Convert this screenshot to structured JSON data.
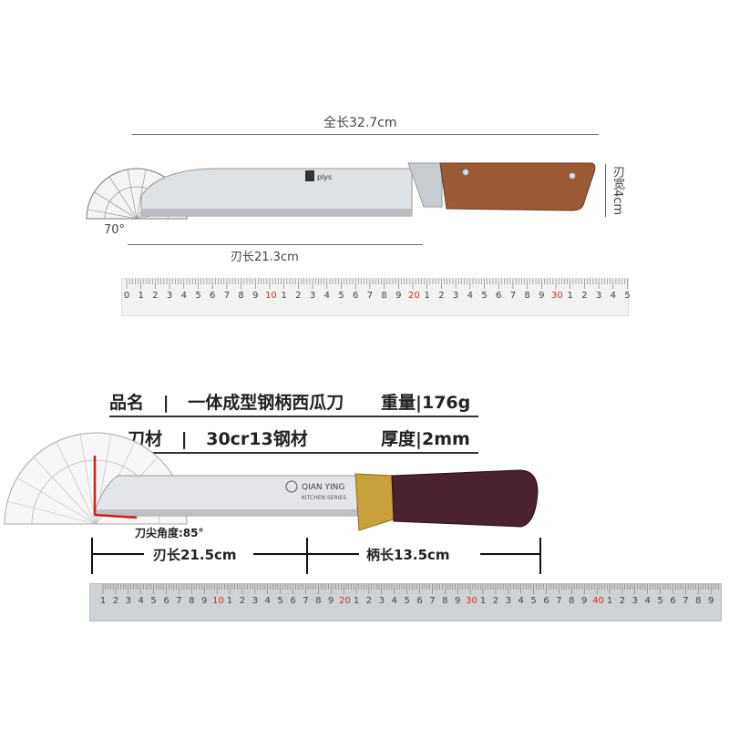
{
  "knife1": {
    "total_length": "全长32.7cm",
    "blade_width": "刃宽4cm",
    "blade_length": "刃长21.3cm",
    "angle": "70°",
    "brand": "plys",
    "handle_color": "#9b5a33",
    "ruler_labels": [
      "0",
      "1",
      "2",
      "3",
      "4",
      "5",
      "6",
      "7",
      "8",
      "9",
      "10",
      "1",
      "2",
      "3",
      "4",
      "5",
      "6",
      "7",
      "8",
      "9",
      "20",
      "1",
      "2",
      "3",
      "4",
      "5",
      "6",
      "7",
      "8",
      "9",
      "30",
      "1",
      "2",
      "3",
      "4",
      "5"
    ]
  },
  "specs": {
    "name_label": "品名",
    "name_value": "一体成型钢柄西瓜刀",
    "weight_label": "重量",
    "weight_value": "176g",
    "material_label": "刀材",
    "material_value": "30cr13钢材",
    "thickness_label": "厚度",
    "thickness_value": "2mm",
    "separator": "|"
  },
  "knife2": {
    "brand_line1": "QIAN YING",
    "brand_line2": "KITCHEN SERIES",
    "tip_angle": "刀尖角度:85°",
    "blade_length": "刃长21.5cm",
    "handle_length": "柄长13.5cm",
    "handle_color": "#4a2230",
    "bolster_color": "#c9a13a",
    "ruler_labels": [
      "1",
      "2",
      "3",
      "4",
      "5",
      "6",
      "7",
      "8",
      "9",
      "10",
      "1",
      "2",
      "3",
      "4",
      "5",
      "6",
      "7",
      "8",
      "9",
      "20",
      "1",
      "2",
      "3",
      "4",
      "5",
      "6",
      "7",
      "8",
      "9",
      "30",
      "1",
      "2",
      "3",
      "4",
      "5",
      "6",
      "7",
      "8",
      "9",
      "40",
      "1",
      "2",
      "3",
      "4",
      "5",
      "6",
      "7",
      "8",
      "9"
    ]
  }
}
